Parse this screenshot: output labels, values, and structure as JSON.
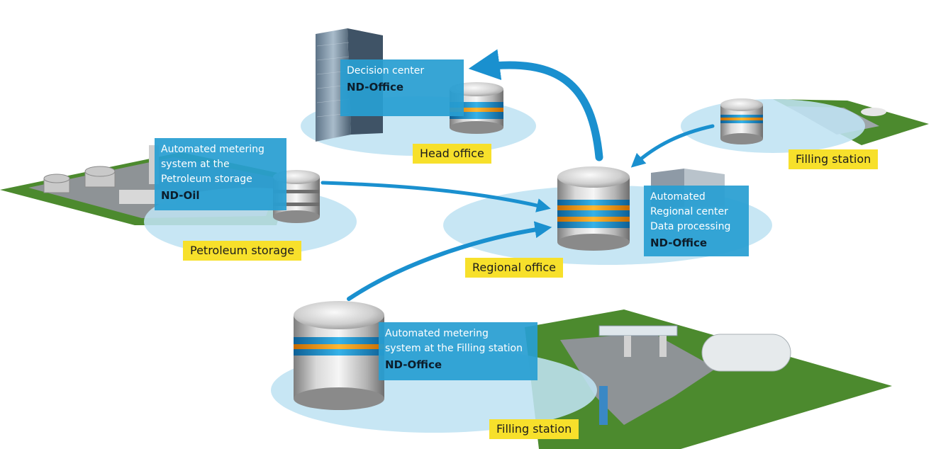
{
  "colors": {
    "accent": "#1a90cf",
    "label_bg": "#f7e02b",
    "box_bg": "#289ed2",
    "grass": "#4c8a2e",
    "zone": "#bfe3f3"
  },
  "nodes": {
    "head_office": {
      "label": "Head office",
      "box": {
        "lines": [
          "Decision center"
        ],
        "product": "ND-Office"
      }
    },
    "petroleum_storage": {
      "label": "Petroleum storage",
      "box": {
        "lines": [
          "Automated metering",
          "system at the",
          "Petroleum storage"
        ],
        "product": "ND-Oil"
      }
    },
    "regional_office": {
      "label": "Regional office",
      "box": {
        "lines": [
          "Automated",
          "Regional center",
          "Data processing"
        ],
        "product": "ND-Office"
      }
    },
    "filling_station_top": {
      "label": "Filling station"
    },
    "filling_station_bottom": {
      "label": "Filling station",
      "box": {
        "lines": [
          "Automated metering",
          "system at the Filling station"
        ],
        "product": "ND-Office"
      }
    }
  }
}
